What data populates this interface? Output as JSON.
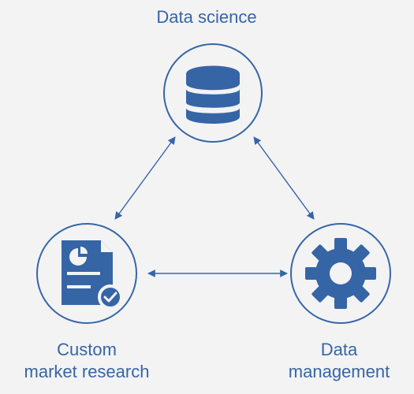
{
  "nodes": {
    "data_science": {
      "label": "Data science",
      "icon": "database-icon"
    },
    "custom_market_research": {
      "label_line1": "Custom",
      "label_line2": "market research",
      "icon": "report-document-icon"
    },
    "data_management": {
      "label_line1": "Data",
      "label_line2": "management",
      "icon": "gear-icon"
    }
  },
  "colors": {
    "accent": "#3665a6",
    "background": "#f3f3f4"
  }
}
